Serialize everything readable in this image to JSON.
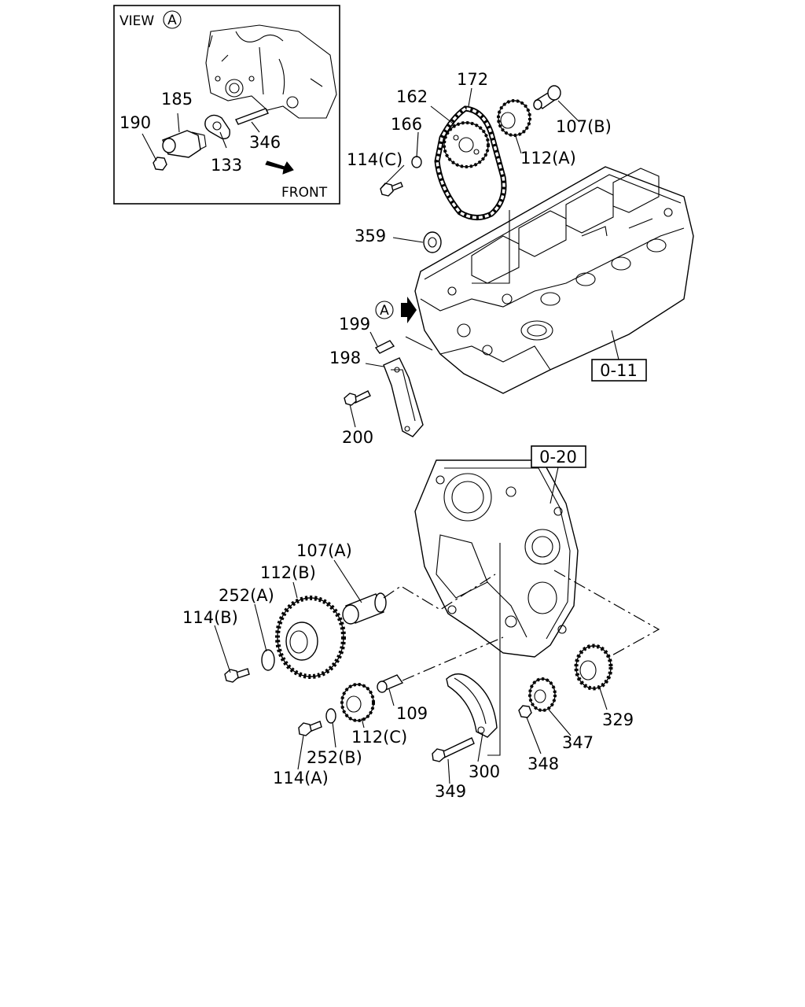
{
  "view_box": {
    "view_text": "VIEW",
    "view_mark": "A",
    "front_text": "FRONT"
  },
  "ref_marker": "A",
  "ref_boxes": {
    "cylinder_head": "0-11",
    "timing_case": "0-20"
  },
  "callouts": {
    "p185": "185",
    "p190": "190",
    "p133": "133",
    "p346": "346",
    "p172": "172",
    "p162": "162",
    "p166": "166",
    "p107b": "107(B)",
    "p112a": "112(A)",
    "p114c": "114(C)",
    "p359": "359",
    "p199": "199",
    "p198": "198",
    "p200": "200",
    "p107a": "107(A)",
    "p112b": "112(B)",
    "p252a": "252(A)",
    "p114b": "114(B)",
    "p109": "109",
    "p112c": "112(C)",
    "p252b": "252(B)",
    "p114a": "114(A)",
    "p349": "349",
    "p300": "300",
    "p348": "348",
    "p347": "347",
    "p329": "329"
  }
}
